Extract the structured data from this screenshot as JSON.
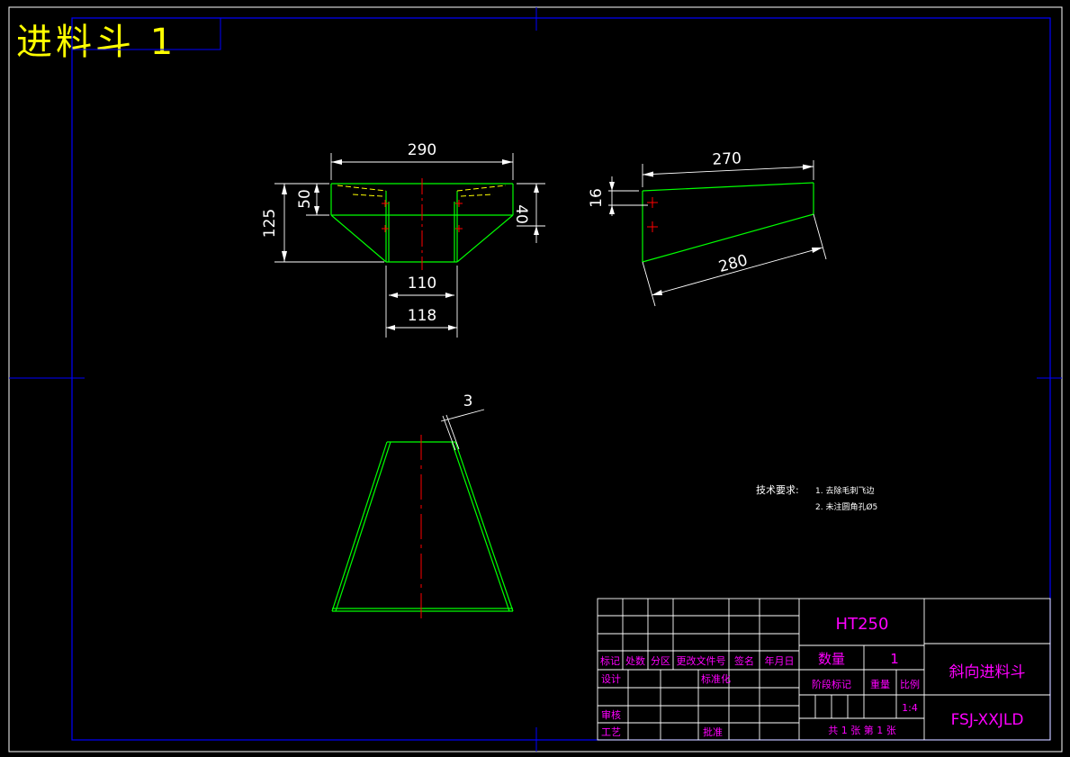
{
  "title": "进料斗 1",
  "colors": {
    "background": "#000000",
    "border": "#0000ff",
    "outline": "#00ff00",
    "centerline": "#ff0000",
    "dimension": "#ffffff",
    "title": "#ffff00",
    "titleblock_text": "#ff00ff"
  },
  "dimensions": {
    "front_width": "290",
    "front_height_total": "125",
    "front_height_top": "50",
    "front_right_height": "40",
    "front_inner_width": "110",
    "front_outer_width": "118",
    "side_top_length": "270",
    "side_left_height": "16",
    "side_bottom_length": "280",
    "wall_thickness": "3"
  },
  "tech_requirements": {
    "heading": "技术要求:",
    "items": [
      "1. 去除毛刺飞边",
      "2. 未注圆角孔Ø5"
    ]
  },
  "title_block": {
    "material": "HT250",
    "quantity_label": "数量",
    "quantity_value": "1",
    "part_name": "斜向进料斗",
    "stage_mark": "阶段标记",
    "weight": "重量",
    "scale_label": "比例",
    "scale_value": "1:4",
    "sheets": "共 1 张 第 1 张",
    "drawing_no": "FSJ-XXJLD",
    "rev_headers": [
      "标记",
      "处数",
      "分区",
      "更改文件号",
      "签名",
      "年月日"
    ],
    "design": "设计",
    "standardize": "标准化",
    "review": "审核",
    "process": "工艺",
    "approve": "批准"
  }
}
